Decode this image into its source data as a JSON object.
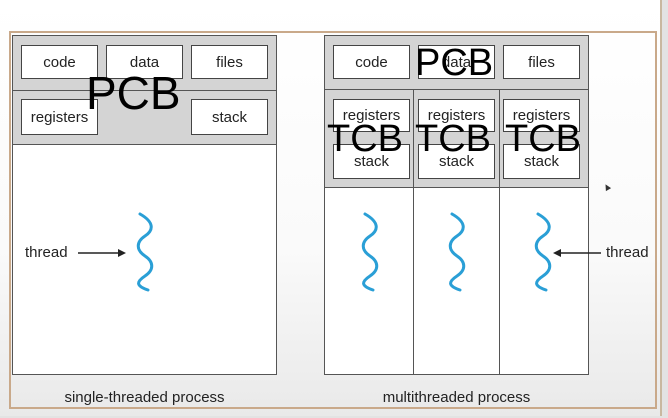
{
  "single": {
    "code": "code",
    "data": "data",
    "files": "files",
    "registers": "registers",
    "stack": "stack",
    "pcb": "PCB",
    "thread_label": "thread",
    "caption": "single-threaded process"
  },
  "multi": {
    "code": "code",
    "data": "data",
    "files": "files",
    "pcb": "PCB",
    "threads": [
      {
        "registers": "registers",
        "stack": "stack",
        "tcb": "TCB"
      },
      {
        "registers": "registers",
        "stack": "stack",
        "tcb": "TCB"
      },
      {
        "registers": "registers",
        "stack": "stack",
        "tcb": "TCB"
      }
    ],
    "thread_label": "thread",
    "caption": "multithreaded process"
  },
  "colors": {
    "thread_wave": "#2a9fd6",
    "shared_band": "#d4d4d4",
    "frame_border": "#c9a98a"
  },
  "icons": {
    "thread": "wavy-thread-icon",
    "arrow": "left-right-arrow",
    "cursor": "mouse-cursor-icon"
  }
}
